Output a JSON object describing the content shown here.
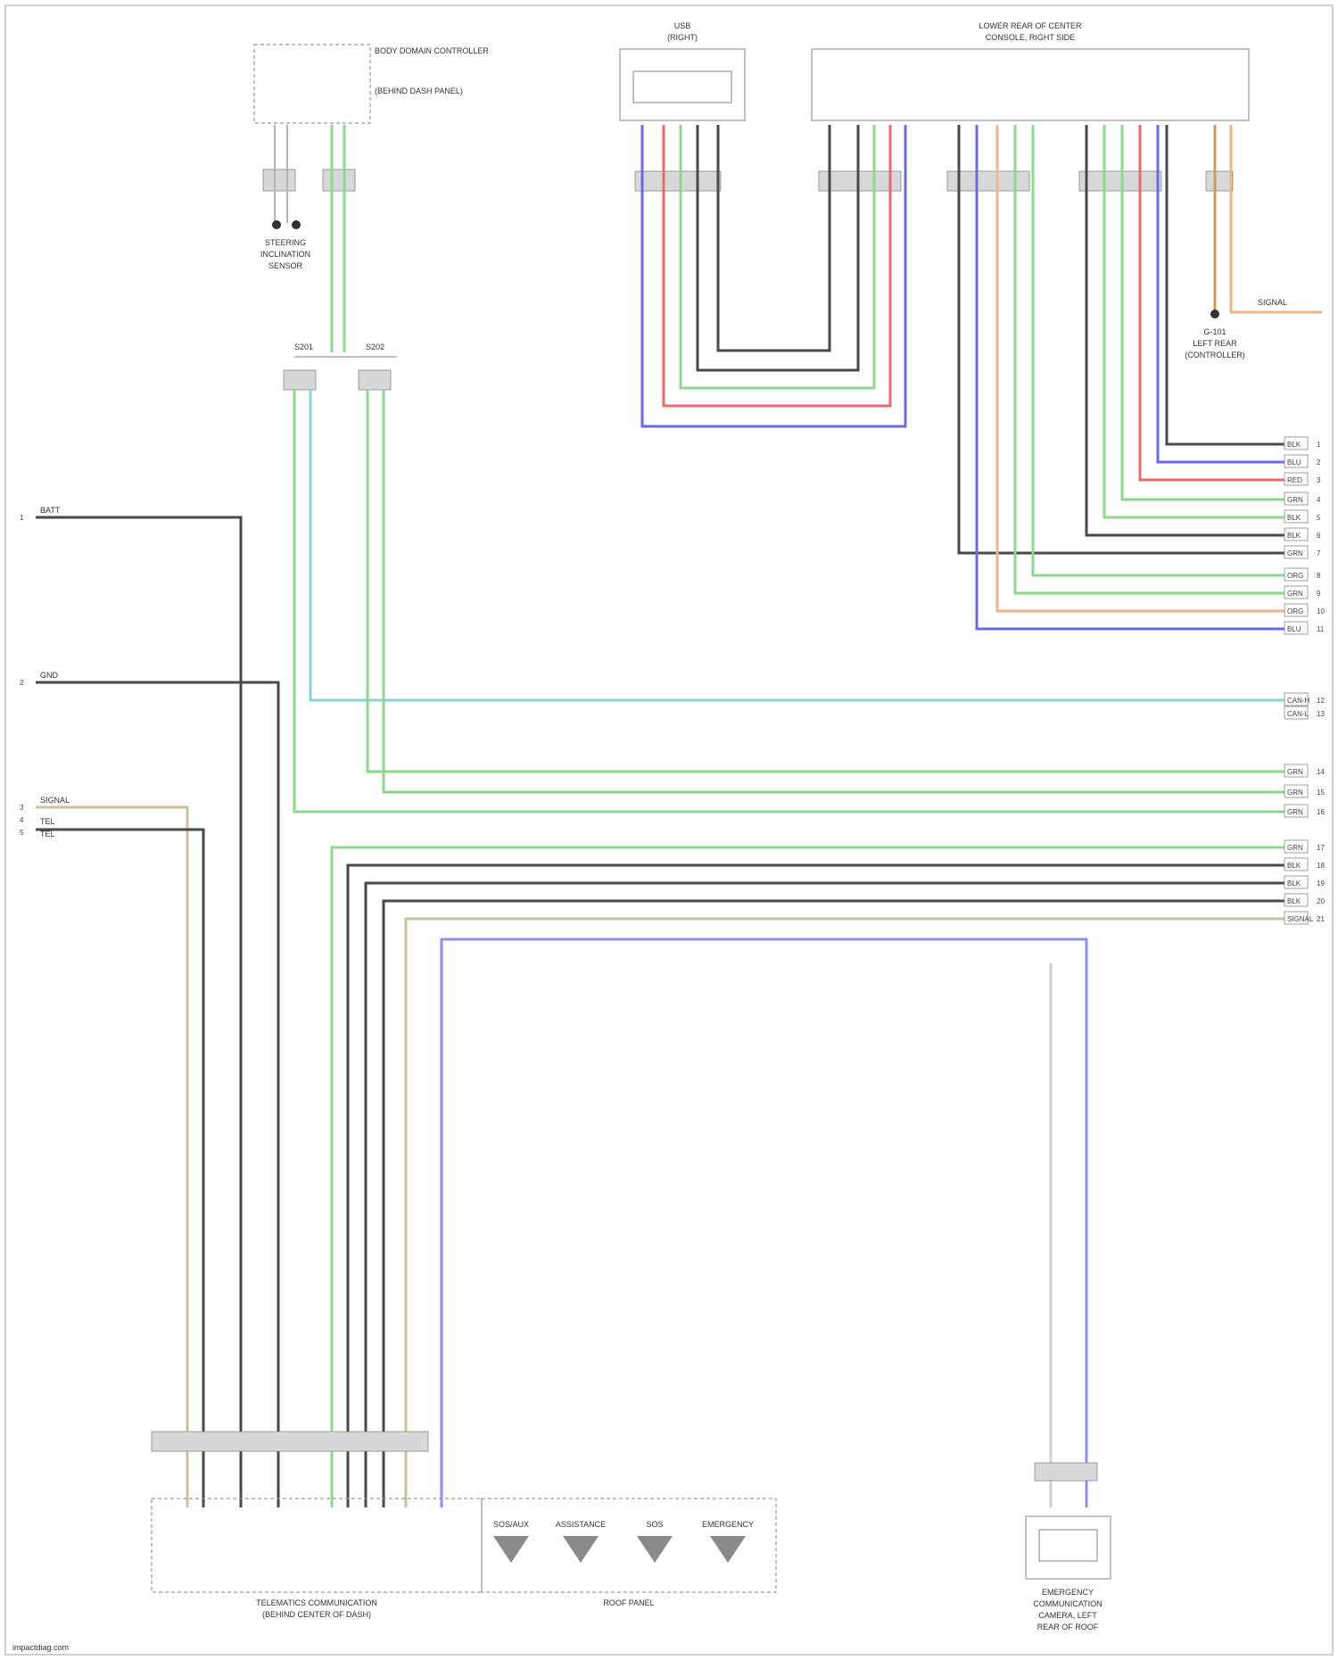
{
  "colors": {
    "black": "#4a4a4a",
    "green": "#8ed88e",
    "red": "#e86a6a",
    "blue": "#6a6ae8",
    "orange": "#f2b48a",
    "tan": "#c9c2a0",
    "gray": "#b5b5b5",
    "cyan": "#8fd0d0",
    "light_blue": "#8f8ff0"
  },
  "components": {
    "body_control": {
      "title": "BODY DOMAIN CONTROLLER",
      "sub": "(BEHIND DASH PANEL)"
    },
    "usb": {
      "title": "USB",
      "sub": "(RIGHT)"
    },
    "radio": {
      "title": "LOWER REAR OF CENTER",
      "sub": "CONSOLE, RIGHT SIDE"
    },
    "steering": {
      "title": "STEERING",
      "sub1": "INCLINATION",
      "sub2": "SENSOR"
    },
    "ground": {
      "title": "G-101",
      "sub1": "LEFT REAR",
      "sub2": "(CONTROLLER)"
    },
    "telematics": {
      "title": "TELEMATICS COMMUNICATION",
      "sub": "(BEHIND CENTER OF DASH)"
    },
    "buttons": {
      "title": "ROOF PANEL",
      "items": [
        "SOS/AUX",
        "ASSISTANCE",
        "SOS",
        "EMERGENCY"
      ]
    },
    "emergency": {
      "title": "EMERGENCY",
      "sub1": "COMMUNICATION",
      "sub2": "CAMERA, LEFT",
      "sub3": "REAR OF ROOF"
    }
  },
  "left_refs": [
    {
      "num": "1",
      "label": "BATT"
    },
    {
      "num": "2",
      "label": "GND"
    },
    {
      "num": "3",
      "label": "SIGNAL"
    },
    {
      "num": "4",
      "label": "TEL"
    },
    {
      "num": "5",
      "label": "TEL"
    }
  ],
  "right_refs": [
    {
      "num": "1",
      "label": "BLK"
    },
    {
      "num": "2",
      "label": "BLU"
    },
    {
      "num": "3",
      "label": "RED"
    },
    {
      "num": "4",
      "label": "GRN"
    },
    {
      "num": "5",
      "label": "BLK"
    },
    {
      "num": "6",
      "label": "BLK"
    },
    {
      "num": "7",
      "label": "GRN"
    },
    {
      "num": "8",
      "label": "ORG"
    },
    {
      "num": "9",
      "label": "GRN"
    },
    {
      "num": "10",
      "label": "ORG"
    },
    {
      "num": "11",
      "label": "BLU"
    },
    {
      "num": "12",
      "label": "CAN-H"
    },
    {
      "num": "13",
      "label": "CAN-L"
    },
    {
      "num": "14",
      "label": "GRN"
    },
    {
      "num": "15",
      "label": "GRN"
    },
    {
      "num": "16",
      "label": "GRN"
    },
    {
      "num": "17",
      "label": "GRN"
    },
    {
      "num": "18",
      "label": "BLK"
    },
    {
      "num": "19",
      "label": "BLK"
    },
    {
      "num": "20",
      "label": "BLK"
    },
    {
      "num": "21",
      "label": "SIGNAL"
    }
  ],
  "splices": {
    "left": "S201",
    "right": "S202"
  },
  "signal_out": "SIGNAL",
  "footer": "impactdiag.com"
}
